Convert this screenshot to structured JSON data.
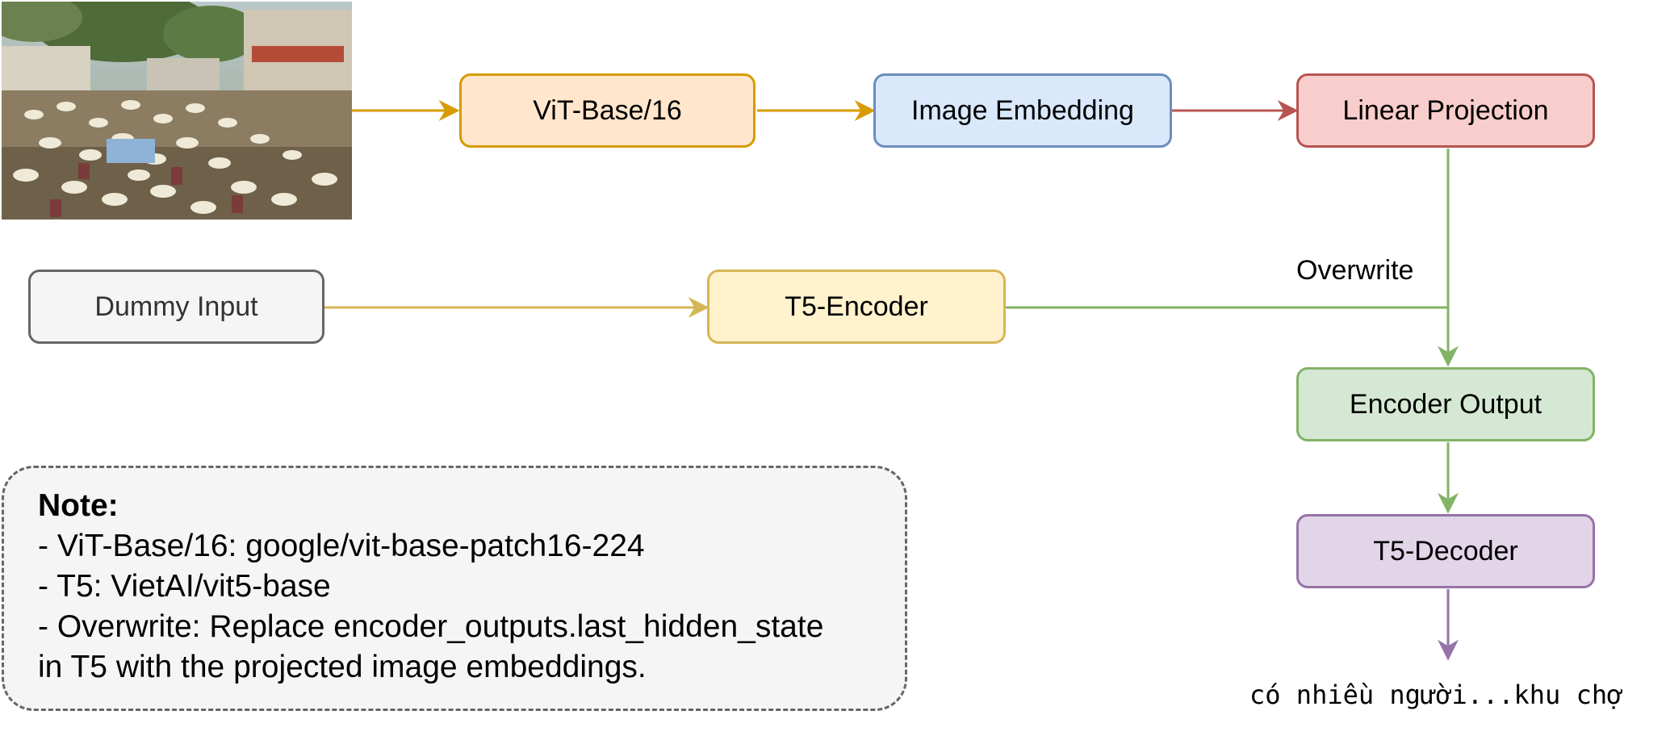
{
  "nodes": {
    "vit": "ViT-Base/16",
    "image_embedding": "Image Embedding",
    "linear_projection": "Linear Projection",
    "dummy_input": "Dummy Input",
    "t5_encoder": "T5-Encoder",
    "encoder_output": "Encoder Output",
    "t5_decoder": "T5-Decoder"
  },
  "edge_label_overwrite": "Overwrite",
  "note": {
    "title": "Note:",
    "line1": "- ViT-Base/16: google/vit-base-patch16-224",
    "line2": "- T5: VietAI/vit5-base",
    "line3": "- Overwrite: Replace encoder_outputs.last_hidden_state",
    "line4": "in T5 with the projected image embeddings."
  },
  "output_text": "có nhiều người...khu chợ",
  "colors": {
    "vit_fill": "#ffe6cc",
    "vit_stroke": "#d79b00",
    "embed_fill": "#dae8fc",
    "embed_stroke": "#6c8ebf",
    "proj_fill": "#f8cecc",
    "proj_stroke": "#b85450",
    "dummy_fill": "#f5f5f5",
    "dummy_stroke": "#666666",
    "enc_fill": "#fff2cc",
    "enc_stroke": "#d6b656",
    "out_fill": "#d5e8d4",
    "out_stroke": "#82b366",
    "dec_fill": "#e1d5e7",
    "dec_stroke": "#9673a6"
  }
}
